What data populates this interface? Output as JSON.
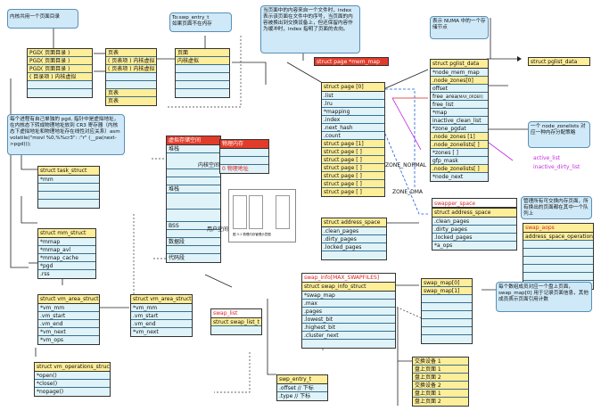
{
  "note_process_dir": "内核共用一个页面目录",
  "pgd_stack": [
    "PGD( 页面目录 )",
    "PGD( 页面目录 )",
    "PGD( 页面目录 )",
    "( 目录项 ) 内核虚拟"
  ],
  "page_table_mid": [
    "页表",
    "( 页表项 ) 内核虚拟",
    "( 页表项 ) 内核虚拟",
    "",
    "",
    "页表",
    "页表"
  ],
  "page_box": {
    "title": "页面",
    "row1": "内核虚拟"
  },
  "note_swp": "To:swp_entry_t\n如果页面不在内存",
  "note_mem_map": "当页面中的内容来自一个文件时，index 表示该页面在文件中的序号，当页面的内容被换出到交换设备上，但还保留内容作为缓冲时，index 指明了页面的去向。",
  "mem_map_label": "struct page *mem_map",
  "struct_page0": {
    "title": "struct page [0]",
    "fields": [
      ".list",
      ".lru",
      "*mapping",
      ".index",
      ".next_hash",
      ".count"
    ]
  },
  "struct_page_list": [
    "struct page [1]",
    "struct page [ ]",
    "struct page [ ]",
    "struct page [ ]",
    "struct page [ ]",
    "struct page [ ]",
    "struct page [ ]"
  ],
  "zone_normal": "ZONE_NORMAL",
  "zone_dma": "ZONE_DMA",
  "note_numa": "表示 NUMA 中的一个存储节点",
  "pglist_label": "struct pglist_data",
  "pglist": {
    "title": "struct pglist_data",
    "fields": [
      "*node_mem_map",
      ".node_zones[0]",
      "offset",
      "free_area",
      "free_list",
      "*map",
      "inactive_clean_list",
      "*zone_pgdat",
      ".node_zones [1]",
      ".node_zonelists[ ]",
      "*zones [ ]",
      "gfp_mask",
      ".node_zonelists[ ]",
      "*node_next"
    ],
    "free_area_suffix": "[MAX_ORDER]"
  },
  "note_zonelist": "一个 node_zonelists 对应一种内存分配策略",
  "active_list": "active_list",
  "inactive_dirty_list": "inactive_dirty_list",
  "note_addr_space": "管理所有可交换内存页面，所有换出的页面都在其中一个队列上",
  "swapper_space": "swapper_space",
  "address_space_right": {
    "title": "struct address_space",
    "fields": [
      ".clean_pages",
      ".dirty_pages",
      ".locked_pages",
      "*a_ops"
    ]
  },
  "swap_aops": "swap_aops",
  "aso_title": "address_space_operations",
  "address_space_mid": {
    "title": "struct address_space",
    "fields": [
      ".clean_pages",
      ".dirty_pages",
      ".locked_pages"
    ]
  },
  "note_pgd_asm": "每个进程有自己单独的 pgd, 指针中是虚拟地址，在内核态下转成物理地址放到 CR3 寄存器（内核态下虚拟地址和物理地址存在线性对应关系）asm volatile(\"movl %0,%%cr3\": :\"r\" (__pa(next->pgd)));",
  "mem_layout": {
    "title": "虚拟存储空间",
    "rows": [
      "堆栈",
      "",
      "",
      "",
      "堆栈",
      "",
      "",
      "BSS",
      "数据段",
      "代码段"
    ],
    "kernel_label": "内核空间>3G",
    "user_label": "用户空间"
  },
  "phys_mem": {
    "title": "物理内存",
    "row": "0 物理地址"
  },
  "task_struct": {
    "title": "struct task_struct",
    "fields": [
      "*mm"
    ]
  },
  "mm_struct": {
    "title": "struct mm_struct",
    "fields": [
      "*mmap",
      "*mmap_avl",
      "*mmap_cache",
      "*pgd",
      ".rss"
    ]
  },
  "vma1": {
    "title": "struct vm_area_struct",
    "fields": [
      "*vm_mm",
      ".vm_start",
      ".vm_end",
      "*vm_next",
      "*vm_ops"
    ]
  },
  "vma2": {
    "title": "struct vm_area_struct",
    "fields": [
      "*vm_mm",
      ".vm_start",
      ".vm_end",
      "*vm_next"
    ]
  },
  "vm_ops": {
    "title": "struct vm_operations_struct",
    "fields": [
      "*open()",
      "*close()",
      "*nopage()"
    ]
  },
  "swap_info_label": "swap_info[MAX_SWAPFILES]",
  "swap_info": {
    "title": "struct swap_info_struct",
    "fields": [
      "*swap_map",
      ".max",
      ".pages",
      ".lowest_bit",
      ".highest_bit",
      ".cluster_next"
    ]
  },
  "swap_list": {
    "l1": "swap_list",
    "l2": "struct swap_list_t"
  },
  "swap_map": [
    "swap_map[0]",
    "swap_map[1]",
    "",
    "",
    "",
    "",
    "",
    ""
  ],
  "note_swap_map": "每个数组成员对应一个盘上页面，swap_map[0] 用于记录页面信息，其他成员表示页面引用计数",
  "swp_entry": {
    "title": "swp_entry_t",
    "fields": [
      ".offset  // 下标",
      ".type  // 下标"
    ]
  },
  "swap_devs": [
    "交换设备 1",
    "盘上页面 1",
    "盘上页面 2",
    "交换设备 2",
    "盘上页面 1",
    "盘上页面 2"
  ],
  "figure_caption": "图 3.1  物理内存管理示意图"
}
